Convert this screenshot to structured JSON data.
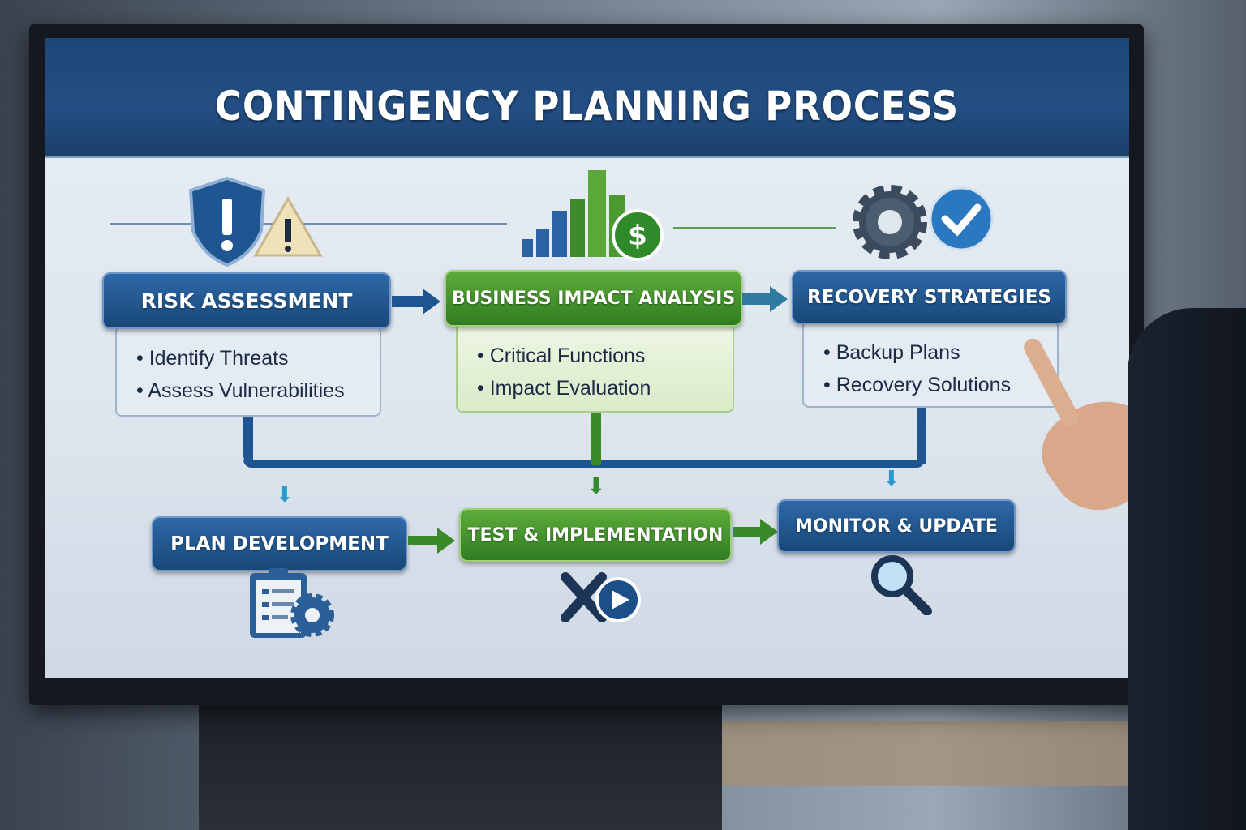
{
  "title": "CONTINGENCY PLANNING PROCESS",
  "colors": {
    "blue": "#1d5590",
    "green": "#3a8a2a",
    "title_bar": "#1c4778"
  },
  "steps": [
    {
      "label": "RISK ASSESSMENT",
      "color": "blue",
      "icon": "shield-warning-icon",
      "bullets": [
        "Identify Threats",
        "Assess Vulnerabilities"
      ]
    },
    {
      "label": "BUSINESS IMPACT ANALYSIS",
      "color": "green",
      "icon": "bar-chart-dollar-icon",
      "bullets": [
        "Critical Functions",
        "Impact Evaluation"
      ]
    },
    {
      "label": "RECOVERY STRATEGIES",
      "color": "blue",
      "icon": "gear-check-icon",
      "bullets": [
        "Backup Plans",
        "Recovery Solutions"
      ]
    }
  ],
  "bottom_steps": [
    {
      "label": "PLAN DEVELOPMENT",
      "color": "blue",
      "icon": "clipboard-gear-icon"
    },
    {
      "label": "TEST & IMPLEMENTATION",
      "color": "green",
      "icon": "tools-play-icon"
    },
    {
      "label": "MONITOR & UPDATE",
      "color": "blue",
      "icon": "magnifier-icon"
    }
  ]
}
